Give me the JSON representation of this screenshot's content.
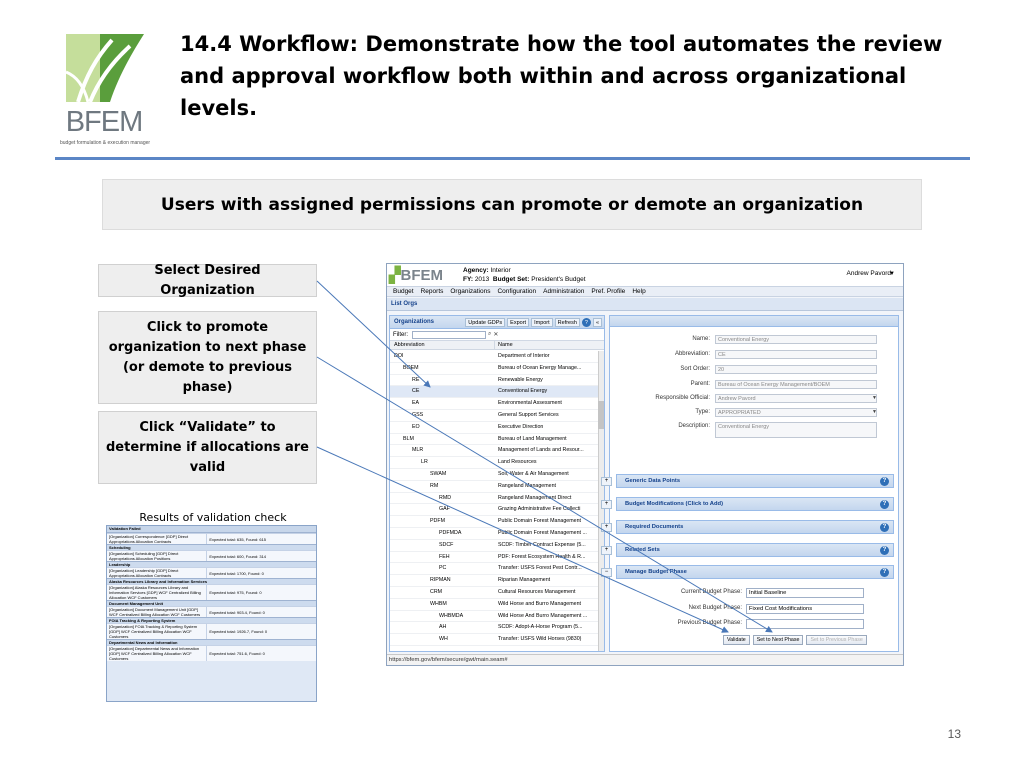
{
  "slide": {
    "title": "14.4  Workflow:  Demonstrate how the tool automates the review and approval workflow both within and across organizational levels.",
    "banner": "Users with assigned permissions can promote or demote an organization",
    "page_number": "13",
    "logo_text": "BFEM",
    "logo_subtext": "budget formulation & execution manager"
  },
  "callouts": {
    "select_org": "Select Desired Organization",
    "promote": "Click to promote organization to next phase (or demote to previous phase)",
    "validate": "Click “Validate” to determine if allocations are valid",
    "results_label": "Results of validation check"
  },
  "validation": {
    "header": "Validation Failed",
    "groups": [
      {
        "title": "",
        "rows": [
          {
            "left": "[Organization] Correspondence [GDP] Direct Appropriations Allocation Contracts",
            "right": "Expected total: 635, Found: 615"
          }
        ]
      },
      {
        "title": "Scheduling",
        "rows": [
          {
            "left": "[Organization] Scheduling [GDP] Direct Appropriations Allocation Positions",
            "right": "Expected total: 600, Found: 314"
          }
        ]
      },
      {
        "title": "Leadership",
        "rows": [
          {
            "left": "[Organization] Leadership [GDP] Direct Appropriations Allocation Contracts",
            "right": "Expected total: 1700, Found: 0"
          }
        ]
      },
      {
        "title": "Alaska Resources Library and Information Services",
        "rows": [
          {
            "left": "[Organization] Alaska Resources Library and Information Services [GDP] WCF Centralized Billing Allocation WCF Customers",
            "right": "Expected total: 975, Found: 0"
          }
        ]
      },
      {
        "title": "Document Management Unit",
        "rows": [
          {
            "left": "[Organization] Document Management Unit [GDP] WCF Centralized Billing Allocation WCF Customers",
            "right": "Expected total: 903.4, Found: 0"
          }
        ]
      },
      {
        "title": "FOIA Tracking & Reporting System",
        "rows": [
          {
            "left": "[Organization] FOIA Tracking & Reporting System [GDP] WCF Centralized Billing Allocation WCF Customers",
            "right": "Expected total: 1926.7, Found: 0"
          }
        ]
      },
      {
        "title": "Departmental News and Information",
        "rows": [
          {
            "left": "[Organization] Departmental News and Information [GDP] WCF Centralized Billing Allocation WCF Customers",
            "right": "Expected total: 751.6, Found: 0"
          }
        ]
      }
    ]
  },
  "app": {
    "logo": "BFEM",
    "agency_label": "Agency:",
    "agency_value": "Interior",
    "fy_label": "FY:",
    "fy_value": "2013",
    "budget_set_label": "Budget Set:",
    "budget_set_value": "President's Budget",
    "user": "Andrew Pavord",
    "menu": [
      "Budget",
      "Reports",
      "Organizations",
      "Configuration",
      "Administration",
      "Pref. Profile",
      "Help"
    ],
    "list_orgs": "List Orgs",
    "organizations_title": "Organizations",
    "toolbar": {
      "update": "Update GDPs",
      "export": "Export",
      "import": "Import",
      "refresh": "Refresh"
    },
    "filter_label": "Filter:",
    "columns": {
      "abbreviation": "Abbreviation",
      "name": "Name"
    },
    "rows": [
      {
        "abbr": "DOI",
        "name": "Department of Interior",
        "indent": 0
      },
      {
        "abbr": "BOEM",
        "name": "Bureau of Ocean Energy Manage...",
        "indent": 1
      },
      {
        "abbr": "RE",
        "name": "Renewable Energy",
        "indent": 2
      },
      {
        "abbr": "CE",
        "name": "Conventional Energy",
        "indent": 2,
        "selected": true
      },
      {
        "abbr": "EA",
        "name": "Environmental Assessment",
        "indent": 2
      },
      {
        "abbr": "GSS",
        "name": "General Support Services",
        "indent": 2
      },
      {
        "abbr": "EO",
        "name": "Executive Direction",
        "indent": 2
      },
      {
        "abbr": "BLM",
        "name": "Bureau of Land Management",
        "indent": 1
      },
      {
        "abbr": "MLR",
        "name": "Management of Lands and Resour...",
        "indent": 2
      },
      {
        "abbr": "LR",
        "name": "Land Resources",
        "indent": 3
      },
      {
        "abbr": "SWAM",
        "name": "Soil, Water & Air Management",
        "indent": 4
      },
      {
        "abbr": "RM",
        "name": "Rangeland Management",
        "indent": 4
      },
      {
        "abbr": "RMD",
        "name": "Rangeland Management Direct",
        "indent": 5
      },
      {
        "abbr": "GAF",
        "name": "Grazing Administrative Fee Collecti",
        "indent": 5
      },
      {
        "abbr": "PDFM",
        "name": "Public Domain Forest Management",
        "indent": 4
      },
      {
        "abbr": "PDFMDA",
        "name": "Public Domain Forest Management ...",
        "indent": 5
      },
      {
        "abbr": "SDCF",
        "name": "SCDF: Timber Contract Expense (5...",
        "indent": 5
      },
      {
        "abbr": "FEH",
        "name": "PDF: Forest Ecosystem Health & R...",
        "indent": 5
      },
      {
        "abbr": "PC",
        "name": "Transfer: USFS Forest Pest Contr...",
        "indent": 5
      },
      {
        "abbr": "RIPMAN",
        "name": "Riparian Management",
        "indent": 4
      },
      {
        "abbr": "CRM",
        "name": "Cultural Resources Management",
        "indent": 4
      },
      {
        "abbr": "WHBM",
        "name": "Wild Horse and Burro Management",
        "indent": 4
      },
      {
        "abbr": "WHBMDA",
        "name": "Wild Horse And Burro Management ...",
        "indent": 5
      },
      {
        "abbr": "AH",
        "name": "SCDF: Adopt-A-Horse Program (5...",
        "indent": 5
      },
      {
        "abbr": "WH",
        "name": "Transfer: USFS Wild Horses (9830)",
        "indent": 5
      }
    ],
    "details": {
      "name_label": "Name:",
      "name": "Conventional Energy",
      "abbr_label": "Abbreviation:",
      "abbr": "CE",
      "sort_label": "Sort Order:",
      "sort": "20",
      "parent_label": "Parent:",
      "parent": "Bureau of Ocean Energy Management/BOEM",
      "official_label": "Responsible Official:",
      "official": "Andrew Pavord",
      "type_label": "Type:",
      "type": "APPROPRIATED",
      "desc_label": "Description:",
      "desc": "Conventional Energy"
    },
    "sections": {
      "gdp": "Generic Data Points",
      "mods": "Budget Modifications (Click to Add)",
      "docs": "Required Documents",
      "sets": "Related Sets",
      "phase": "Manage Budget Phase"
    },
    "phase": {
      "current_label": "Current Budget Phase:",
      "current": "Initial Baseline",
      "next_label": "Next Budget Phase:",
      "next": "Fixed Cost Modifications",
      "prev_label": "Previous Budget Phase:",
      "prev": ""
    },
    "buttons": {
      "validate": "Validate",
      "next": "Set to Next Phase",
      "prev": "Set to Previous Phase"
    },
    "status_url": "https://bfem.gov/bfem/secure/gwt/main.seam#"
  },
  "colors": {
    "accent": "#5b86c6",
    "panel_border": "#99bbe8",
    "logo_green": "#7cb342"
  }
}
